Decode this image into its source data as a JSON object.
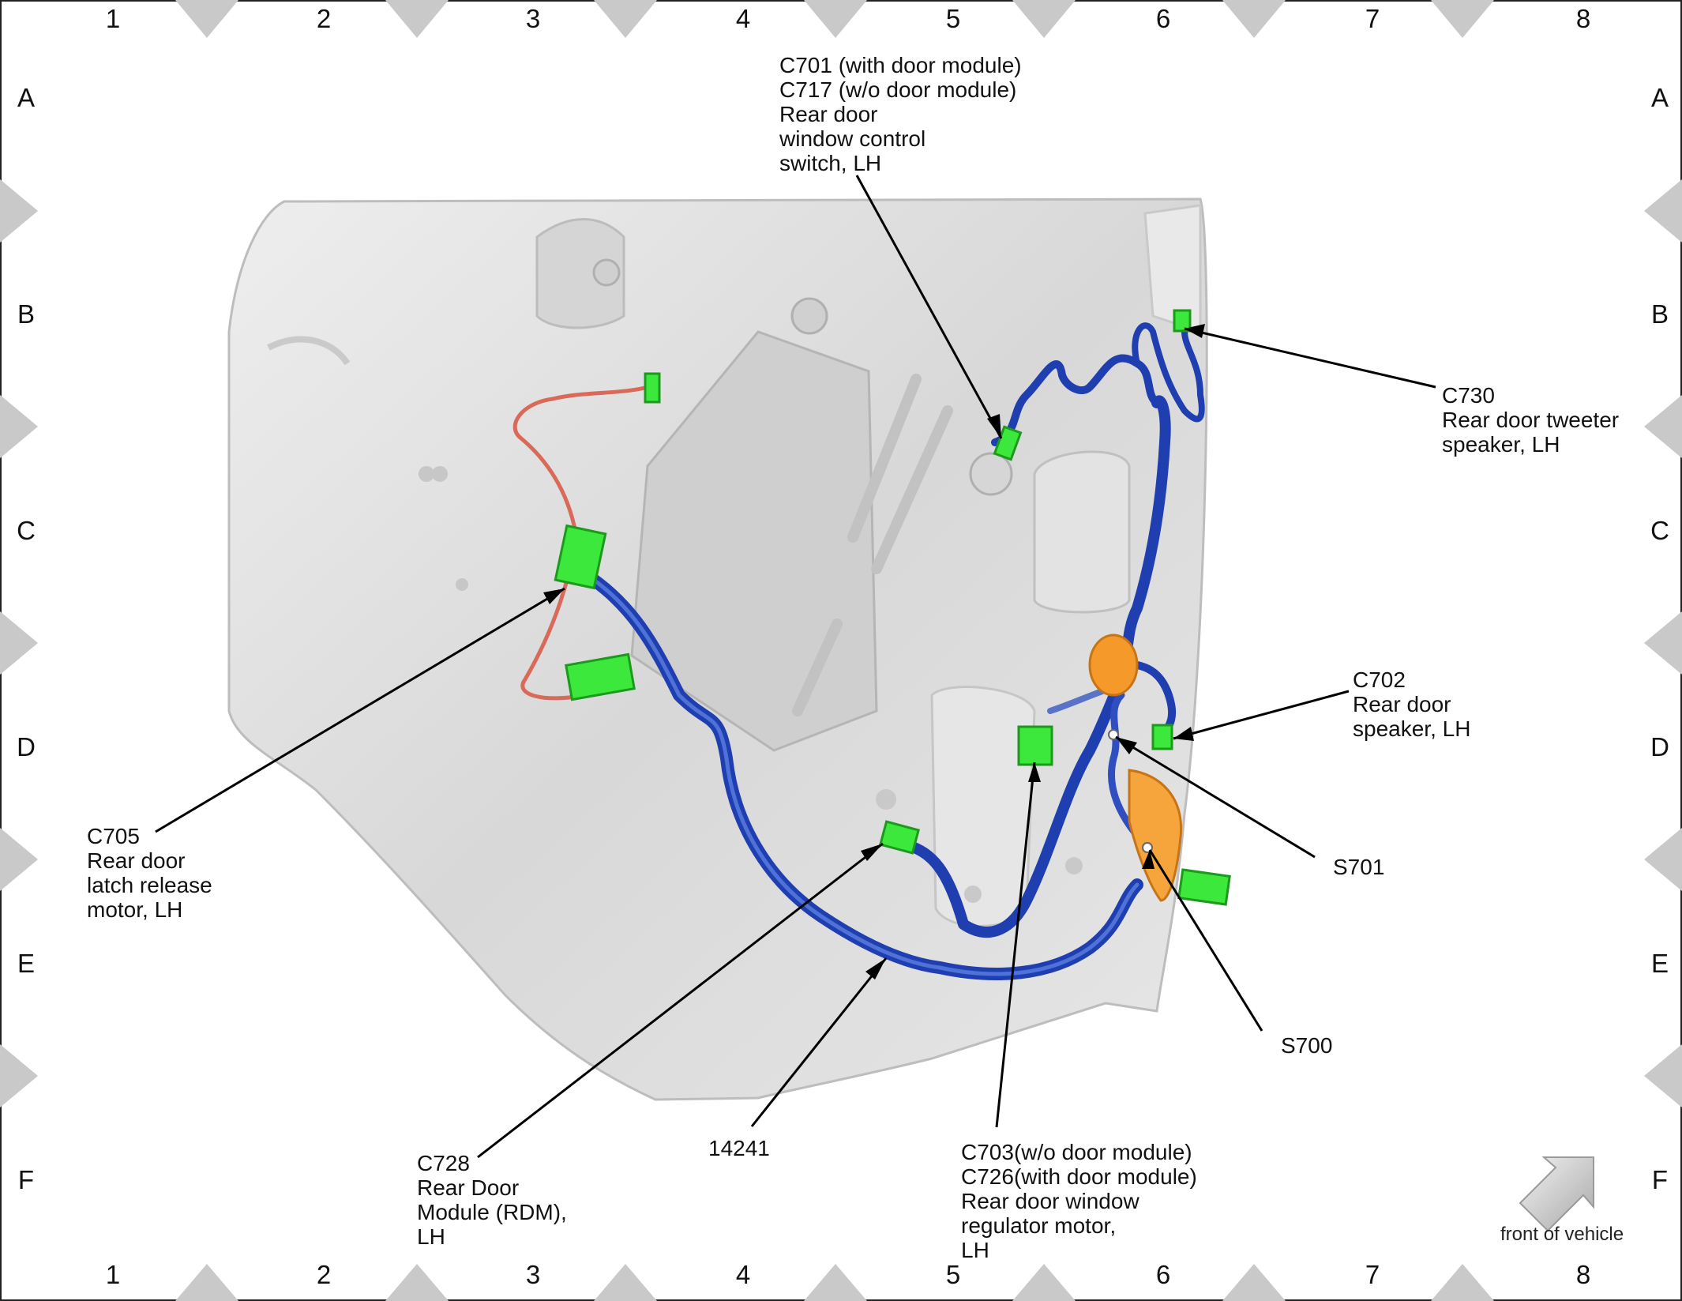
{
  "grid": {
    "columns": [
      "1",
      "2",
      "3",
      "4",
      "5",
      "6",
      "7",
      "8"
    ],
    "rows": [
      "A",
      "B",
      "C",
      "D",
      "E",
      "F"
    ]
  },
  "callouts": {
    "c701": [
      "C701 (with door module)",
      "C717 (w/o door module)",
      "Rear door",
      "window control",
      "switch, LH"
    ],
    "c730": [
      "C730",
      "Rear door tweeter",
      "speaker, LH"
    ],
    "c702": [
      "C702",
      "Rear door",
      "speaker, LH"
    ],
    "s701": [
      "S701"
    ],
    "s700": [
      "S700"
    ],
    "c705": [
      "C705",
      "Rear door",
      "latch release",
      "motor, LH"
    ],
    "c728": [
      "C728",
      "Rear Door",
      "Module (RDM),",
      "LH"
    ],
    "harness": [
      "14241"
    ],
    "c703": [
      "C703(w/o door module)",
      "C726(with door module)",
      "Rear door window",
      "regulator motor,",
      "LH"
    ]
  },
  "front_indicator": {
    "label": "front of vehicle"
  },
  "colors": {
    "connector": "#3de83d",
    "harness_wire": "#1f3fb0",
    "accessory_wire": "#d96a5a",
    "grommet": "#f59a2a",
    "door_panel": "#dcdcdc"
  }
}
